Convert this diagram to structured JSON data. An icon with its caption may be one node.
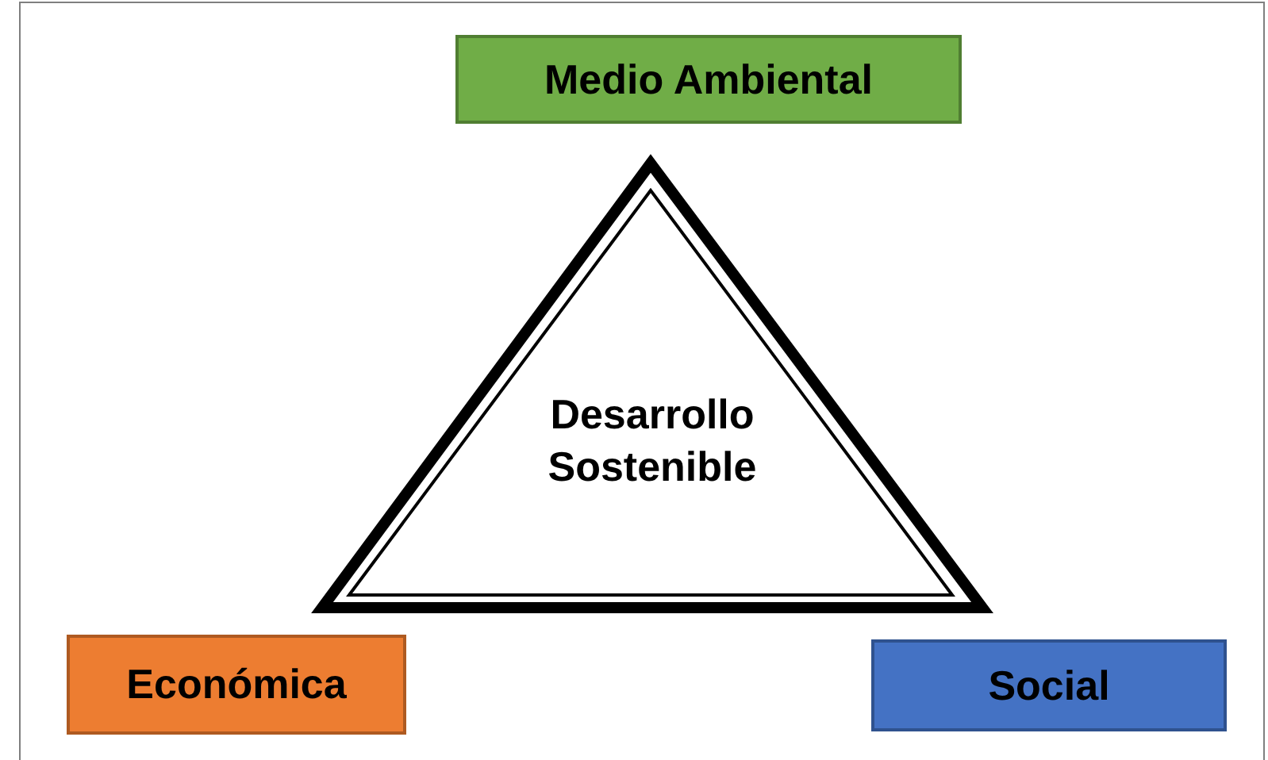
{
  "diagram": {
    "nodes": [
      {
        "text": [
          "Medio Ambiental"
        ]
      },
      {
        "text": [
          "Desarrollo Sostenible"
        ]
      },
      {
        "text": [
          "Económica"
        ]
      },
      {
        "text": [
          "Social"
        ]
      }
    ]
  }
}
